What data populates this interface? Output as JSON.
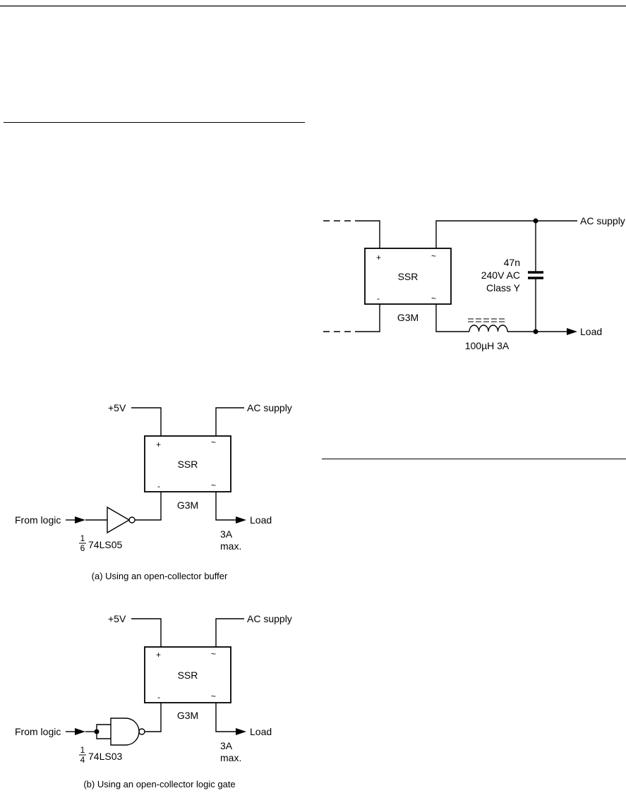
{
  "snubber": {
    "ac_supply": "AC supply",
    "ssr": "SSR",
    "plus": "+",
    "minus": "-",
    "ac_sym_top": "~",
    "ac_sym_bottom": "~",
    "cap_value": "47n",
    "cap_voltage": "240V AC",
    "cap_class": "Class Y",
    "part": "G3M",
    "inductor": "100µH 3A",
    "load": "Load"
  },
  "fig_a": {
    "vcc": "+5V",
    "ac_supply": "AC supply",
    "ssr": "SSR",
    "plus": "+",
    "minus": "-",
    "ac_sym_top": "~",
    "ac_sym_bottom": "~",
    "part": "G3M",
    "input": "From logic",
    "load": "Load",
    "load_rating_1": "3A",
    "load_rating_2": "max.",
    "frac_num": "1",
    "frac_den": "6",
    "chip": "74LS05",
    "caption": "(a) Using an open-collector buffer"
  },
  "fig_b": {
    "vcc": "+5V",
    "ac_supply": "AC supply",
    "ssr": "SSR",
    "plus": "+",
    "minus": "-",
    "ac_sym_top": "~",
    "ac_sym_bottom": "~",
    "part": "G3M",
    "input": "From logic",
    "load": "Load",
    "load_rating_1": "3A",
    "load_rating_2": "max.",
    "frac_num": "1",
    "frac_den": "4",
    "chip": "74LS03",
    "caption": "(b) Using an open-collector logic gate"
  }
}
